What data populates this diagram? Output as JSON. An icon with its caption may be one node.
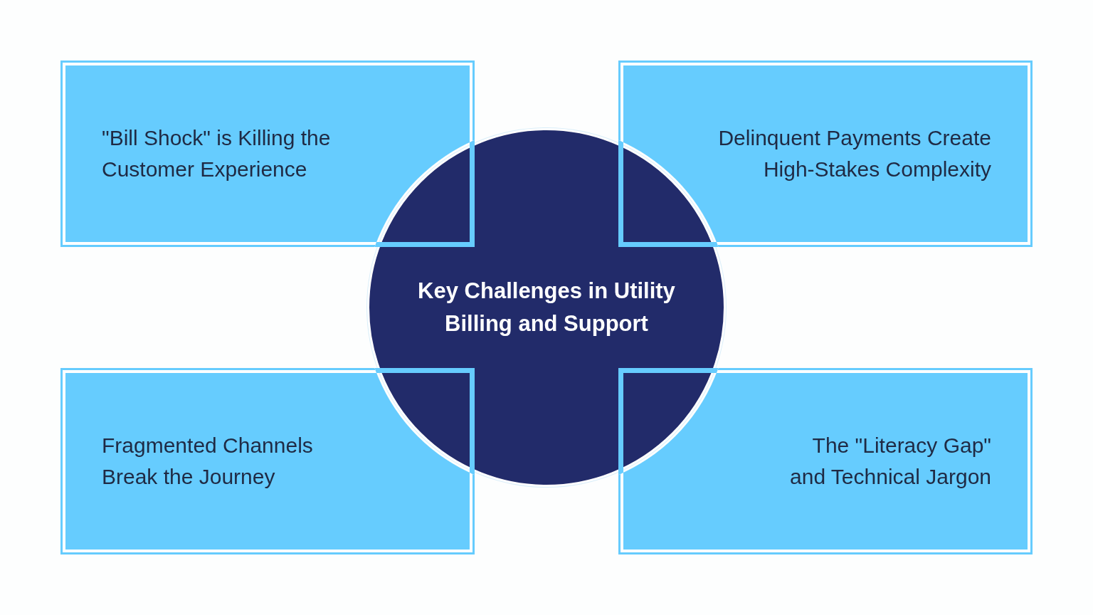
{
  "diagram": {
    "nodes": [
      {
        "text": [
          "\"Bill Shock\" is Killing the Customer Experience"
        ]
      },
      {
        "text": [
          "Delinquent Payments Create High-Stakes Complexity"
        ]
      },
      {
        "text": [
          "Key Challenges in Utility Billing and Support"
        ]
      },
      {
        "text": [
          "Fragmented Channels Break the Journey"
        ]
      },
      {
        "text": [
          "The \"Literacy Gap\" and Technical Jargon"
        ]
      }
    ]
  }
}
